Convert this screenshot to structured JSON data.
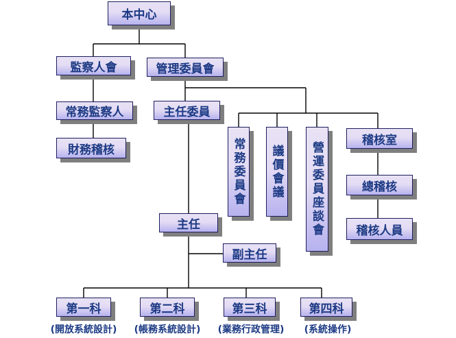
{
  "nodes": {
    "center": "本中心",
    "supervisors": "監察人會",
    "management_committee": "管理委員會",
    "standing_supervisor": "常務監察人",
    "financial_audit": "財務稽核",
    "chief_committee": "主任委員",
    "standing_committee": "常務委員會",
    "pricing_committee": "議價會議",
    "operations_committee": "營運委員座談會",
    "audit_office": "稽核室",
    "chief_auditor": "總稽核",
    "auditors": "稽核人員",
    "director": "主任",
    "deputy_director": "副主任",
    "section_1": "第一科",
    "section_2": "第二科",
    "section_3": "第三科",
    "section_4": "第四科"
  },
  "captions": {
    "section_1": "(開放系統設計)",
    "section_2": "(帳務系統設計)",
    "section_3": "(業務行政管理)",
    "section_4": "(系統操作)"
  },
  "colors": {
    "box_top": "#e8e2f5",
    "box_bottom": "#b6b2ee",
    "text": "#1c3a84",
    "line": "#000000",
    "shadow": "#7f7f7f"
  }
}
